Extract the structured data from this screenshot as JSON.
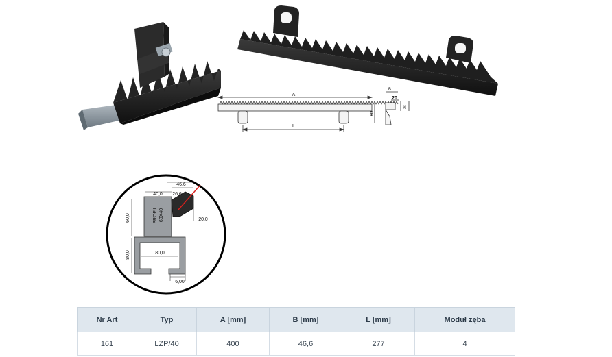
{
  "drawing": {
    "dim_A": "A",
    "dim_L": "L",
    "dim_B": "B",
    "dim_20": "20",
    "dim_60": "60",
    "dim_26": "26"
  },
  "profile": {
    "d_40": "40,0",
    "d_26_6": "26,6",
    "d_46_6": "46,6",
    "d_60": "60,0",
    "d_20": "20,0",
    "d_80_w": "80,0",
    "d_80_h": "80,0",
    "d_6": "6,00",
    "label1": "PROFIL",
    "label2": "60X40"
  },
  "table": {
    "headers": [
      "Nr Art",
      "Typ",
      "A [mm]",
      "B [mm]",
      "L [mm]",
      "Moduł zęba"
    ],
    "rows": [
      [
        "161",
        "LZP/40",
        "400",
        "46,6",
        "277",
        "4"
      ]
    ]
  },
  "colors": {
    "rack": "#1c1c1c",
    "rail": "#8f9aa3",
    "header_bg": "#dfe7ee",
    "accent_red": "#d8201d"
  }
}
